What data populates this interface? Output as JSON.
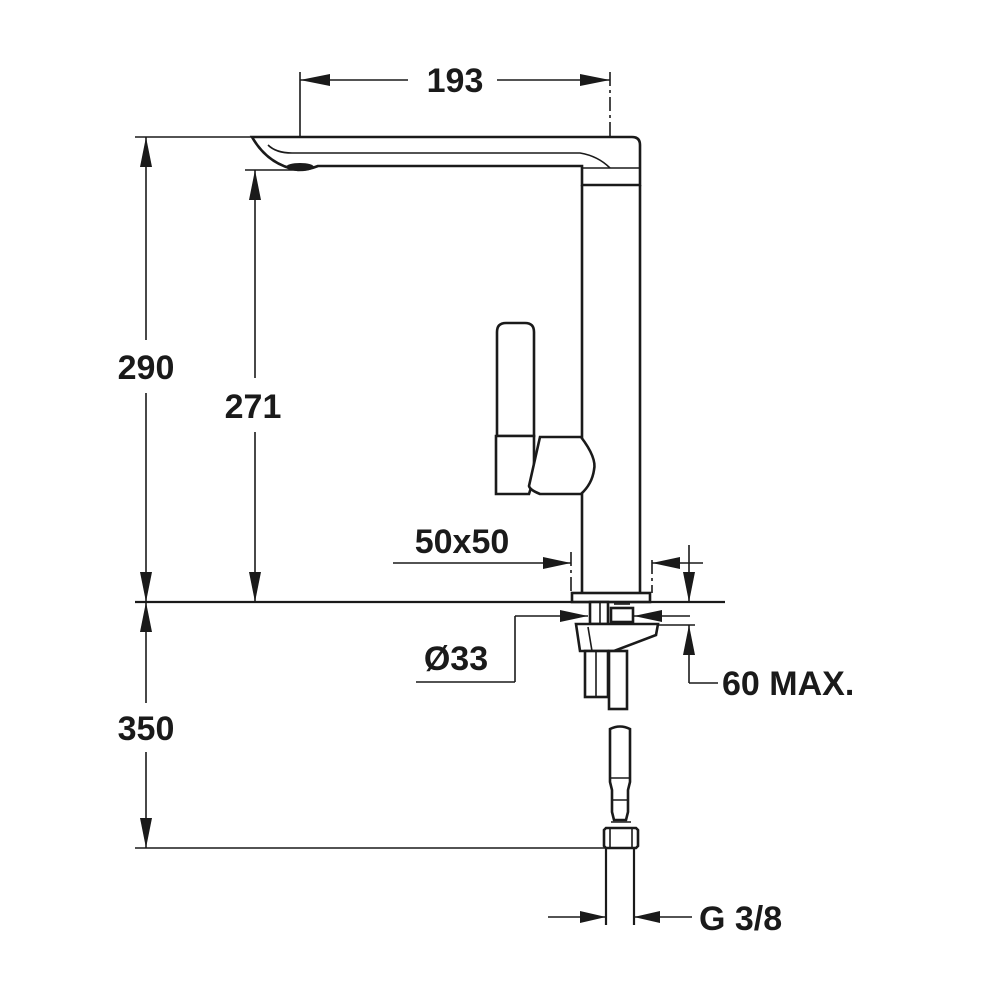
{
  "drawing": {
    "subject": "Kitchen mixer tap with swivel spout - dimensional drawing",
    "line_color": "#1a1a1a",
    "background": "#ffffff",
    "dimensions": {
      "spout_reach": "193",
      "total_height": "290",
      "spout_outlet_height": "271",
      "body_section": "50x50",
      "hole_diameter": "Ø33",
      "max_countertop_thickness": "60 MAX.",
      "hose_length": "350",
      "connection_thread": "G 3/8"
    }
  }
}
